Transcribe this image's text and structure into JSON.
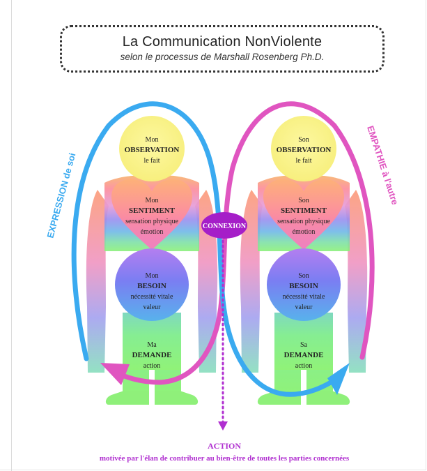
{
  "title": {
    "main": "La Communication NonViolente",
    "subtitle": "selon le processus de Marshall Rosenberg Ph.D."
  },
  "arc_labels": {
    "left": "EXPRESSION de soi",
    "right": "EMPATHIE à l'autre"
  },
  "connexion": "CONNEXION",
  "left_person": {
    "observation": [
      "Mon",
      "OBSERVATION",
      "le fait"
    ],
    "sentiment": [
      "Mon",
      "SENTIMENT",
      "sensation physique",
      "émotion"
    ],
    "besoin": [
      "Mon",
      "BESOIN",
      "nécessité vitale",
      "valeur"
    ],
    "demande": [
      "Ma",
      "DEMANDE",
      "action"
    ]
  },
  "right_person": {
    "observation": [
      "Son",
      "OBSERVATION",
      "le fait"
    ],
    "sentiment": [
      "Son",
      "SENTIMENT",
      "sensation physique",
      "émotion"
    ],
    "besoin": [
      "Son",
      "BESOIN",
      "nécessité vitale",
      "valeur"
    ],
    "demande": [
      "Sa",
      "DEMANDE",
      "action"
    ]
  },
  "action": {
    "title": "ACTION",
    "caption": "motivée par l'élan de contribuer au bien-être de toutes les parties concernées"
  },
  "colors": {
    "expression": "#3aaaf0",
    "empathie": "#e055c0",
    "connexion": "#a51ec8",
    "action": "#b02fd0"
  }
}
